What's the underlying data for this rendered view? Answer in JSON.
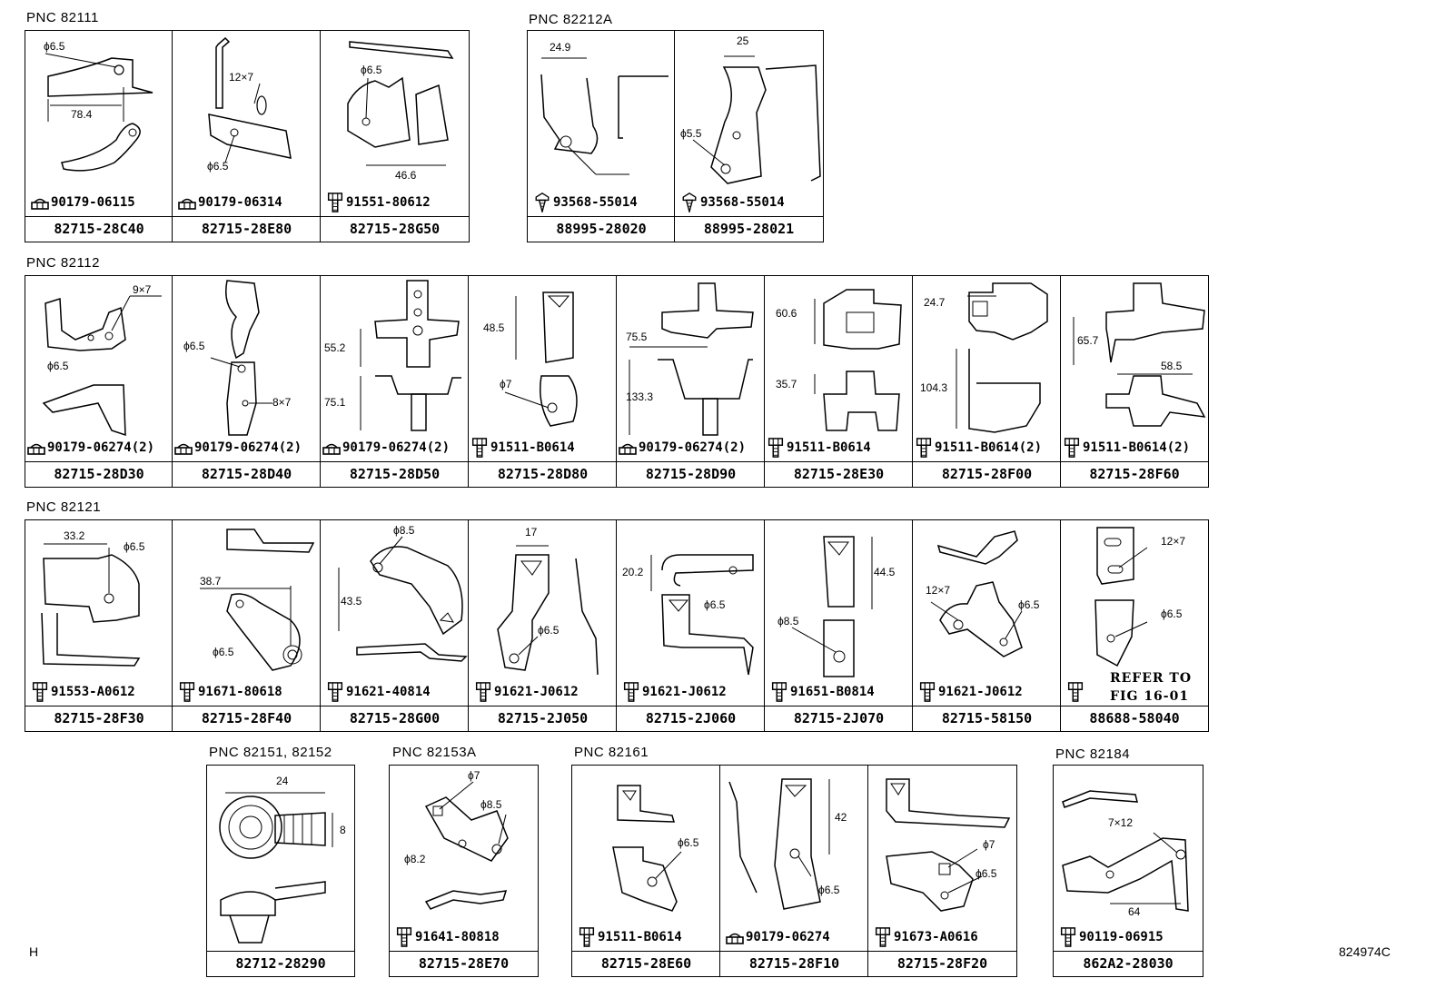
{
  "groups": {
    "g82111": "PNC 82111",
    "g82212a": "PNC 82212A",
    "g82112": "PNC 82112",
    "g82121": "PNC 82121",
    "g82151": "PNC 82151, 82152",
    "g82153a": "PNC 82153A",
    "g82161": "PNC 82161",
    "g82184": "PNC 82184"
  },
  "cells": {
    "c1": {
      "part": "82715-28C40",
      "fastener": "90179-06115",
      "fastener_icon": "nut-icon",
      "dims": [
        "ϕ6.5",
        "78.4"
      ]
    },
    "c2": {
      "part": "82715-28E80",
      "fastener": "90179-06314",
      "fastener_icon": "nut-icon",
      "dims": [
        "12×7",
        "ϕ6.5"
      ]
    },
    "c3": {
      "part": "82715-28G50",
      "fastener": "91551-80612",
      "fastener_icon": "bolt-icon",
      "dims": [
        "ϕ6.5",
        "46.6"
      ]
    },
    "c4": {
      "part": "88995-28020",
      "fastener": "93568-55014",
      "fastener_icon": "screw-icon",
      "dims": [
        "24.9"
      ]
    },
    "c5": {
      "part": "88995-28021",
      "fastener": "93568-55014",
      "fastener_icon": "screw-icon",
      "dims": [
        "25",
        "ϕ5.5"
      ]
    },
    "d1": {
      "part": "82715-28D30",
      "fastener": "90179-06274(2)",
      "fastener_icon": "nut-icon",
      "dims": [
        "9×7",
        "ϕ6.5"
      ]
    },
    "d2": {
      "part": "82715-28D40",
      "fastener": "90179-06274(2)",
      "fastener_icon": "nut-icon",
      "dims": [
        "ϕ6.5",
        "8×7"
      ]
    },
    "d3": {
      "part": "82715-28D50",
      "fastener": "90179-06274(2)",
      "fastener_icon": "nut-icon",
      "dims": [
        "55.2",
        "75.1"
      ]
    },
    "d4": {
      "part": "82715-28D80",
      "fastener": "91511-B0614",
      "fastener_icon": "bolt-icon",
      "dims": [
        "48.5",
        "ϕ7"
      ]
    },
    "d5": {
      "part": "82715-28D90",
      "fastener": "90179-06274(2)",
      "fastener_icon": "nut-icon",
      "dims": [
        "75.5",
        "133.3"
      ]
    },
    "d6": {
      "part": "82715-28E30",
      "fastener": "91511-B0614",
      "fastener_icon": "bolt-icon",
      "dims": [
        "60.6",
        "35.7"
      ]
    },
    "d7": {
      "part": "82715-28F00",
      "fastener": "91511-B0614(2)",
      "fastener_icon": "bolt-icon",
      "dims": [
        "24.7",
        "104.3"
      ]
    },
    "d8": {
      "part": "82715-28F60",
      "fastener": "91511-B0614(2)",
      "fastener_icon": "bolt-icon",
      "dims": [
        "65.7",
        "58.5"
      ]
    },
    "e1": {
      "part": "82715-28F30",
      "fastener": "91553-A0612",
      "fastener_icon": "bolt-icon",
      "dims": [
        "33.2",
        "ϕ6.5"
      ]
    },
    "e2": {
      "part": "82715-28F40",
      "fastener": "91671-80618",
      "fastener_icon": "bolt-icon",
      "dims": [
        "38.7",
        "ϕ6.5"
      ]
    },
    "e3": {
      "part": "82715-28G00",
      "fastener": "91621-40814",
      "fastener_icon": "bolt-icon",
      "dims": [
        "ϕ8.5",
        "43.5"
      ]
    },
    "e4": {
      "part": "82715-2J050",
      "fastener": "91621-J0612",
      "fastener_icon": "bolt-icon",
      "dims": [
        "17",
        "ϕ6.5"
      ]
    },
    "e5": {
      "part": "82715-2J060",
      "fastener": "91621-J0612",
      "fastener_icon": "bolt-icon",
      "dims": [
        "20.2",
        "ϕ6.5"
      ]
    },
    "e6": {
      "part": "82715-2J070",
      "fastener": "91651-B0814",
      "fastener_icon": "bolt-icon",
      "dims": [
        "44.5",
        "ϕ8.5"
      ]
    },
    "e7": {
      "part": "82715-58150",
      "fastener": "91621-J0612",
      "fastener_icon": "bolt-icon",
      "dims": [
        "12×7",
        "ϕ6.5"
      ]
    },
    "e8": {
      "part": "88688-58040",
      "refer1": "REFER TO",
      "refer2": "FIG 16-01",
      "fastener_icon": "bolt-icon",
      "dims": [
        "12×7",
        "ϕ6.5"
      ]
    },
    "f1": {
      "part": "82712-28290",
      "dims": [
        "24",
        "8"
      ]
    },
    "f2": {
      "part": "82715-28E70",
      "fastener": "91641-80818",
      "fastener_icon": "bolt-icon",
      "dims": [
        "ϕ7",
        "ϕ8.5",
        "ϕ8.2"
      ]
    },
    "f3": {
      "part": "82715-28E60",
      "fastener": "91511-B0614",
      "fastener_icon": "bolt-icon",
      "dims": [
        "ϕ6.5"
      ]
    },
    "f4": {
      "part": "82715-28F10",
      "fastener": "90179-06274",
      "fastener_icon": "nut-icon",
      "dims": [
        "42",
        "ϕ6.5"
      ]
    },
    "f5": {
      "part": "82715-28F20",
      "fastener": "91673-A0616",
      "fastener_icon": "bolt-icon",
      "dims": [
        "ϕ7",
        "ϕ6.5"
      ]
    },
    "f6": {
      "part": "862A2-28030",
      "fastener": "90119-06915",
      "fastener_icon": "bolt-icon",
      "dims": [
        "7×12",
        "64"
      ]
    }
  },
  "corner_left": "H",
  "corner_right": "824974C"
}
